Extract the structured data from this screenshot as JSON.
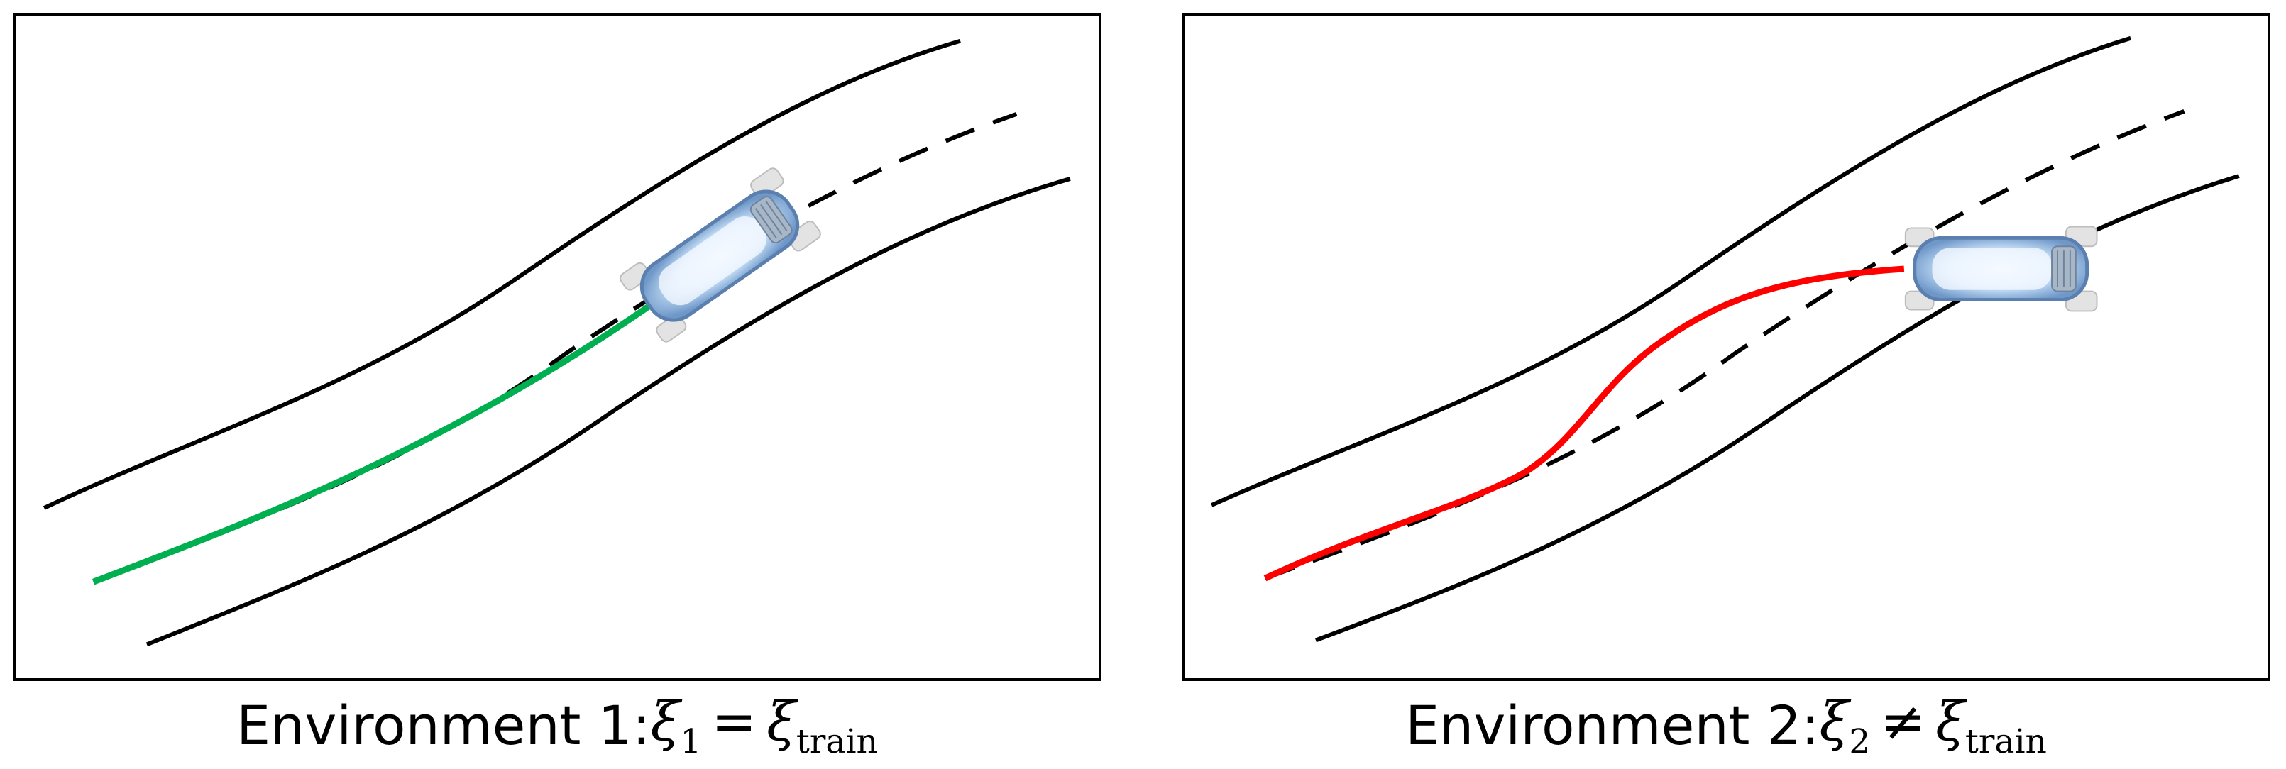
{
  "panels": [
    {
      "caption": {
        "label": "Environment 1: ",
        "symbol_left": "ξ",
        "sub_left": "1",
        "relation": "=",
        "symbol_right": "ξ",
        "sub_right": "train"
      },
      "trajectory_color": "#00b050"
    },
    {
      "caption": {
        "label": "Environment 2: ",
        "symbol_left": "ξ",
        "sub_left": "2",
        "relation": "≠",
        "symbol_right": "ξ",
        "sub_right": "train"
      },
      "trajectory_color": "#ff0000"
    }
  ],
  "icons": {
    "vehicle": "car-top-view-icon"
  }
}
